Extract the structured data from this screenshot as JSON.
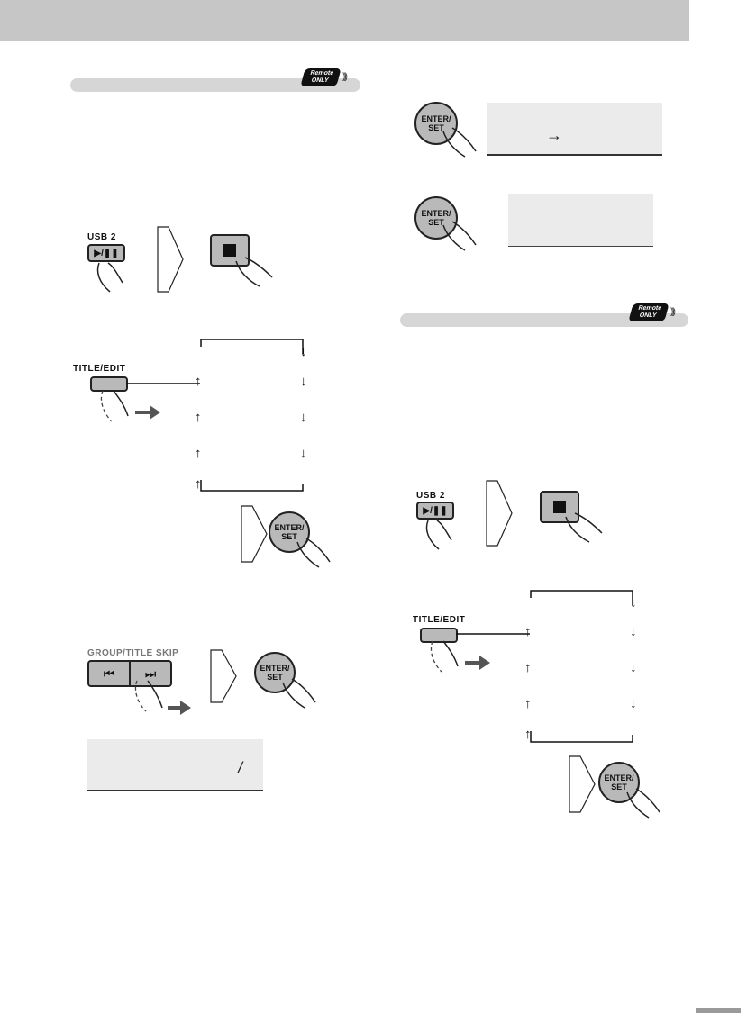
{
  "header": {
    "title": ""
  },
  "left": {
    "section_badge": "Remote\nONLY",
    "usb_label": "USB 2",
    "play_pause_symbol": "▶/❚❚",
    "title_edit_label": "TITLE/EDIT",
    "enter_label_1": "ENTER/",
    "enter_label_2": "SET",
    "skip_label": "GROUP/TITLE SKIP",
    "prev_symbol": "⏮",
    "next_symbol": "⏭",
    "display_char": "/"
  },
  "right": {
    "enter_label_1": "ENTER/",
    "enter_label_2": "SET",
    "display_arrow": "→",
    "section_badge": "Remote\nONLY",
    "usb_label": "USB 2",
    "play_pause_symbol": "▶/❚❚",
    "title_edit_label": "TITLE/EDIT"
  },
  "arrows": {
    "up": "↑",
    "down": "↓"
  },
  "icons": [
    "finger-press-icon",
    "stop-icon",
    "play-pause-icon",
    "skip-prev-icon",
    "skip-next-icon",
    "flow-arrow-icon",
    "remote-only-icon"
  ]
}
